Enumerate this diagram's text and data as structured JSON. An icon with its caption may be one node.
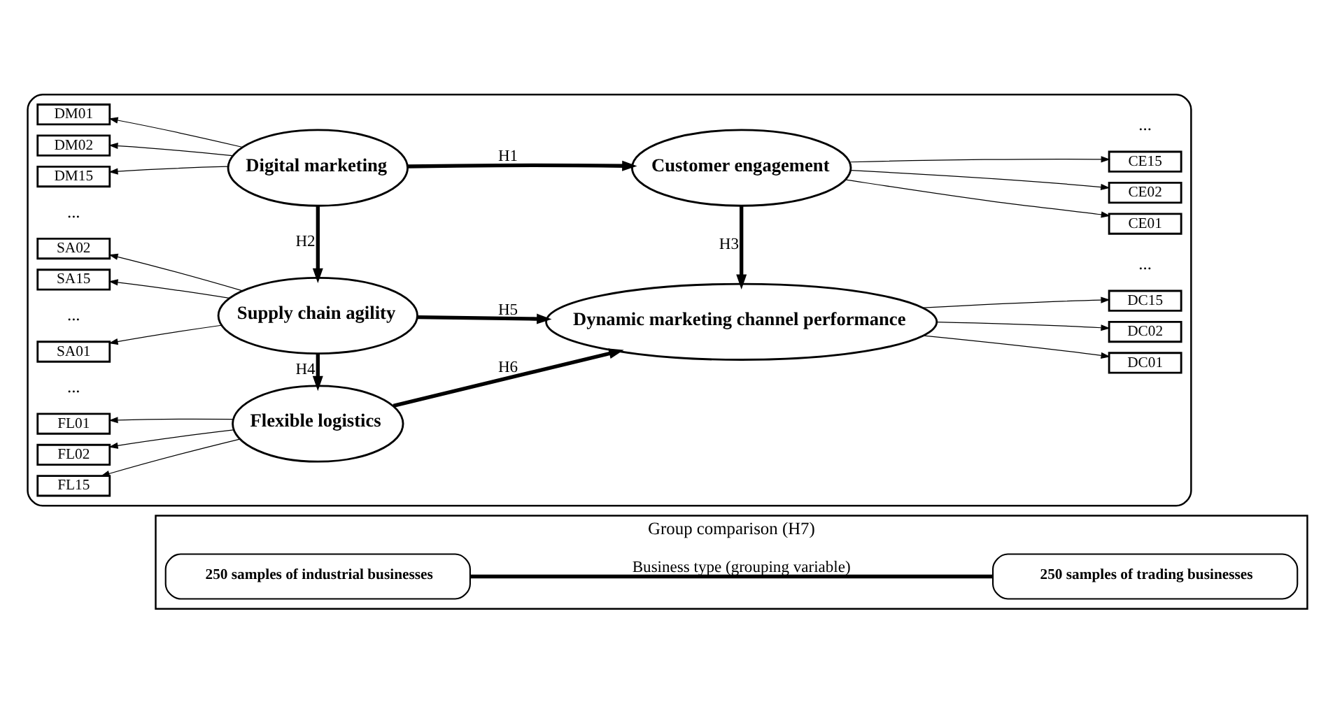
{
  "diagram": {
    "nodes": [
      {
        "text": [],
        "shape": "box"
      },
      {
        "text": [
          "Digital marketing"
        ],
        "in": 0
      },
      {
        "text": [
          "DM01"
        ],
        "in": 0
      },
      {
        "text": [
          "DM02"
        ],
        "in": 0
      },
      {
        "text": [
          "DM15"
        ],
        "in": 0
      },
      {
        "text": [
          "Customer engagement"
        ],
        "in": 0
      },
      {
        "text": [
          "CE01"
        ],
        "in": 0
      },
      {
        "text": [
          "CE02"
        ],
        "in": 0
      },
      {
        "text": [
          "CE15"
        ],
        "in": 0
      },
      {
        "text": [
          "Supply chain agility"
        ],
        "in": 0
      },
      {
        "text": [
          "SA01"
        ],
        "in": 0
      },
      {
        "text": [
          "SA02"
        ],
        "in": 0
      },
      {
        "text": [
          "SA15"
        ],
        "in": 0
      },
      {
        "text": [
          "Dynamic marketing channel performance"
        ],
        "in": 0
      },
      {
        "text": [
          "DC01"
        ],
        "in": 0
      },
      {
        "text": [
          "DC02"
        ],
        "in": 0
      },
      {
        "text": [
          "DC15"
        ],
        "in": 0
      },
      {
        "text": [
          "Flexible logistics"
        ],
        "in": 0
      },
      {
        "text": [
          "FL01"
        ],
        "in": 0
      },
      {
        "text": [
          "FL02"
        ],
        "in": 0
      },
      {
        "text": [
          "FL15"
        ],
        "in": 0
      },
      {
        "text": [
          "Group comparison (H7)"
        ]
      },
      {
        "text": [
          "250 samples of industrial businesses"
        ],
        "in": 21
      },
      {
        "text": [
          "250 samples of trading businesses"
        ],
        "in": 21
      }
    ],
    "edges": [
      {
        "from": 1,
        "to": 2,
        "arrow": "to"
      },
      {
        "from": 1,
        "to": 3,
        "arrow": "to"
      },
      {
        "from": 1,
        "to": 4,
        "arrow": "to"
      },
      {
        "from": 1,
        "to": 5,
        "arrow": "to",
        "label": "H1",
        "style": "thick"
      },
      {
        "from": 5,
        "to": 6,
        "arrow": "to"
      },
      {
        "from": 5,
        "to": 7,
        "arrow": "to"
      },
      {
        "from": 5,
        "to": 8,
        "arrow": "to"
      },
      {
        "from": 1,
        "to": 9,
        "arrow": "to",
        "label": "H2",
        "style": "thick"
      },
      {
        "from": 5,
        "to": 13,
        "arrow": "to",
        "label": "H3",
        "style": "thick"
      },
      {
        "from": 9,
        "to": 10,
        "arrow": "to"
      },
      {
        "from": 9,
        "to": 11,
        "arrow": "to"
      },
      {
        "from": 9,
        "to": 12,
        "arrow": "to"
      },
      {
        "from": 9,
        "to": 13,
        "arrow": "to",
        "label": "H5",
        "style": "thick"
      },
      {
        "from": 13,
        "to": 14,
        "arrow": "to"
      },
      {
        "from": 13,
        "to": 15,
        "arrow": "to"
      },
      {
        "from": 13,
        "to": 16,
        "arrow": "to"
      },
      {
        "from": 9,
        "to": 17,
        "arrow": "to",
        "label": "H4",
        "style": "thick"
      },
      {
        "from": 17,
        "to": 18,
        "arrow": "to"
      },
      {
        "from": 17,
        "to": 19,
        "arrow": "to"
      },
      {
        "from": 17,
        "to": 20,
        "arrow": "to"
      },
      {
        "from": 17,
        "to": 13,
        "arrow": "to",
        "label": "H6",
        "style": "thick"
      },
      {
        "from": 22,
        "to": 23,
        "arrow": "none",
        "label": "Business type (grouping variable)",
        "style": "thick"
      }
    ],
    "labels": [
      "...",
      "...",
      "...",
      "...",
      "..."
    ]
  }
}
